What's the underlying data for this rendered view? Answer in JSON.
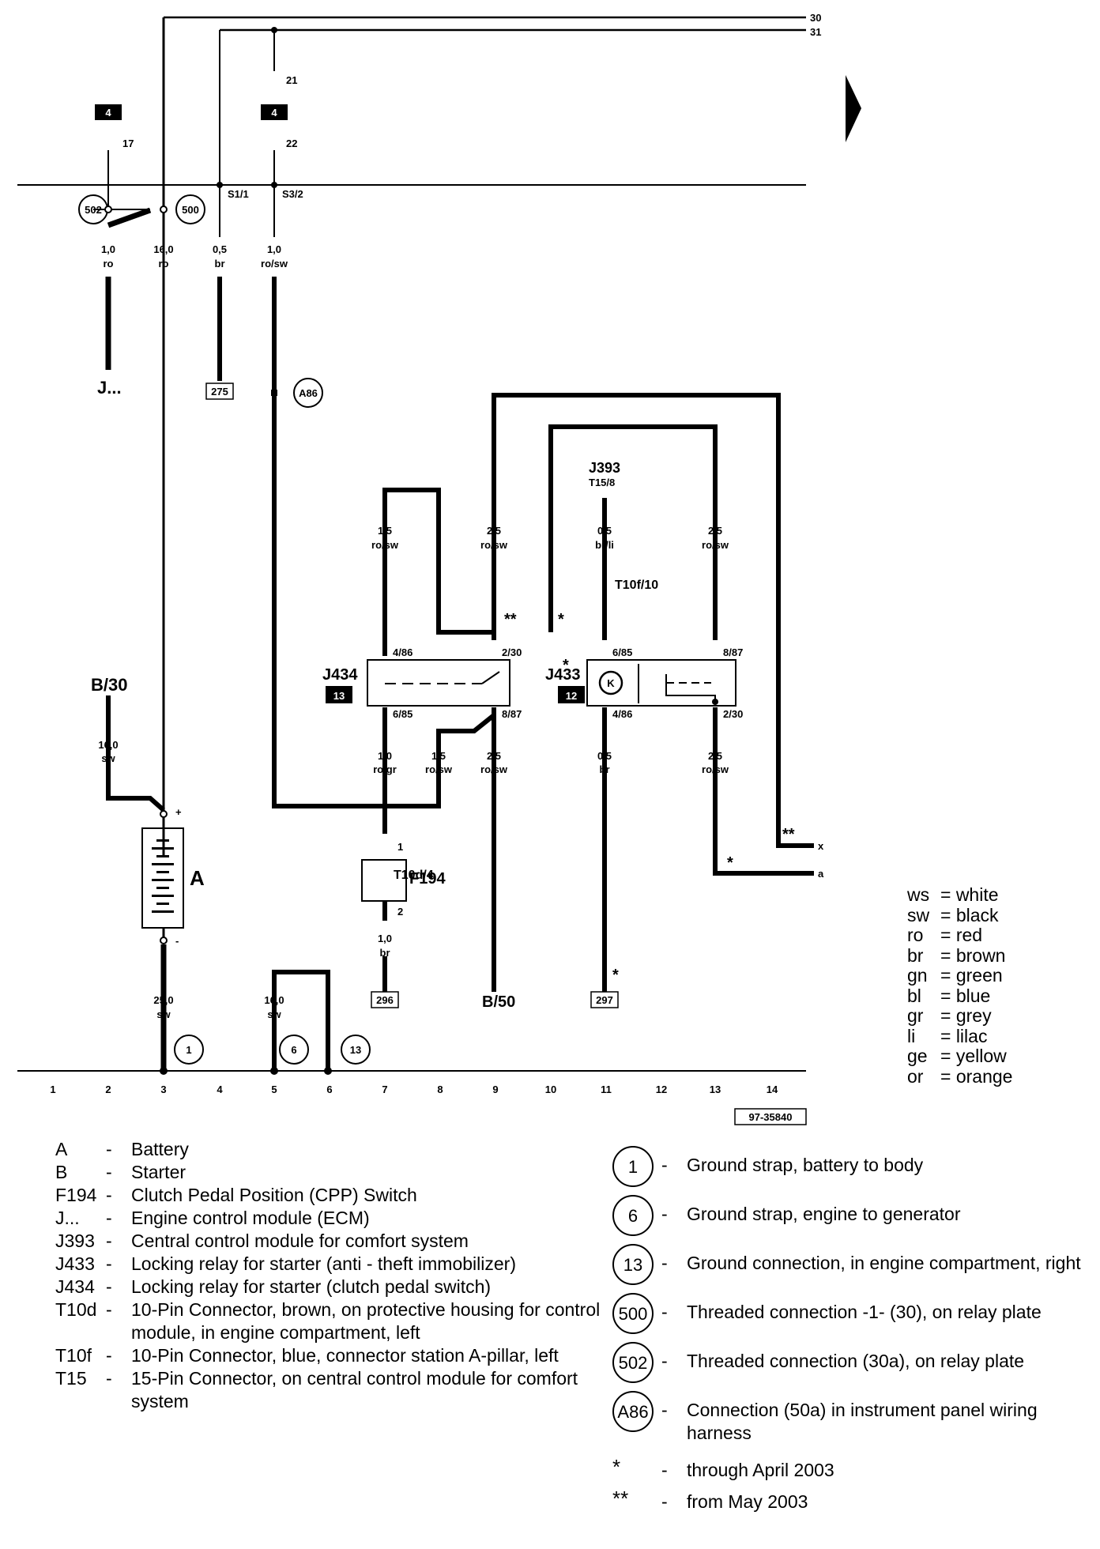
{
  "diagram": {
    "bus_labels": [
      "30",
      "31"
    ],
    "column_numbers": [
      "1",
      "2",
      "3",
      "4",
      "5",
      "6",
      "7",
      "8",
      "9",
      "10",
      "11",
      "12",
      "13",
      "14"
    ],
    "fuse_boxes": [
      "4",
      "4"
    ],
    "top_pins": [
      "17",
      "21",
      "22"
    ],
    "pin_labels": {
      "s1": "S1/1",
      "s3": "S3/2"
    },
    "circle_labels": {
      "c502": "502",
      "c500": "500",
      "a86": "A86",
      "g1": "1",
      "g6": "6",
      "g13": "13"
    },
    "wires": {
      "w1": [
        "1,0",
        "ro"
      ],
      "w2": [
        "16,0",
        "ro"
      ],
      "w3": [
        "0,5",
        "br"
      ],
      "w4": [
        "1,0",
        "ro/sw"
      ],
      "w5": [
        "1,5",
        "ro/sw"
      ],
      "w6": [
        "2,5",
        "ro/sw"
      ],
      "w7": [
        "0,5",
        "br/li"
      ],
      "w8": [
        "2,5",
        "ro/sw"
      ],
      "w9": [
        "16,0",
        "sw"
      ],
      "w10": [
        "1,0",
        "ro/gr"
      ],
      "w11": [
        "1,5",
        "ro/sw"
      ],
      "w12": [
        "2,5",
        "ro/sw"
      ],
      "w13": [
        "0,5",
        "br"
      ],
      "w14": [
        "2,5",
        "ro/sw"
      ],
      "w15": [
        "1,0",
        "br"
      ],
      "w16": [
        "25,0",
        "sw"
      ],
      "w17": [
        "16,0",
        "sw"
      ]
    },
    "refs": {
      "r275": "275",
      "r296": "296",
      "r297": "297"
    },
    "components": {
      "j_ecm": "J...",
      "b30": "B/30",
      "battery": "A",
      "j434": "J434",
      "j434_num": "13",
      "j433": "J433",
      "j433_num": "12",
      "j393": "J393",
      "j393_pin": "T15/8",
      "f194": "F194",
      "b50": "B/50",
      "t10f": "T10f/10",
      "t10d": "T10d/4",
      "k_symbol": "K"
    },
    "relay_pins": {
      "p486a": "4/86",
      "p230a": "2/30",
      "p685a": "6/85",
      "p887a": "8/87",
      "p685b": "6/85",
      "p887b": "8/87",
      "p486b": "4/86",
      "p230b": "2/30",
      "f1": "1",
      "f2": "2"
    },
    "marks": {
      "star": "*",
      "dstar": "**",
      "plus": "+",
      "minus": "-"
    },
    "outputs": {
      "x": "x",
      "a": "a"
    },
    "figure_id": "97-35840"
  },
  "color_legend": [
    [
      "ws",
      "= white"
    ],
    [
      "sw",
      "= black"
    ],
    [
      "ro",
      "= red"
    ],
    [
      "br",
      "= brown"
    ],
    [
      "gn",
      "= green"
    ],
    [
      "bl",
      "= blue"
    ],
    [
      "gr",
      "= grey"
    ],
    [
      "li",
      "= lilac"
    ],
    [
      "ge",
      "= yellow"
    ],
    [
      "or",
      "= orange"
    ]
  ],
  "legend_left": [
    {
      "key": "A",
      "dash": "-",
      "text": "Battery"
    },
    {
      "key": "B",
      "dash": "-",
      "text": "Starter"
    },
    {
      "key": "F194",
      "dash": "-",
      "text": "Clutch Pedal Position (CPP) Switch"
    },
    {
      "key": "J...",
      "dash": "-",
      "text": "Engine control module (ECM)"
    },
    {
      "key": "J393",
      "dash": "-",
      "text": "Central control module for comfort system"
    },
    {
      "key": "J433",
      "dash": "-",
      "text": "Locking relay for starter (anti - theft immobilizer)"
    },
    {
      "key": "J434",
      "dash": "-",
      "text": "Locking relay for starter (clutch pedal switch)"
    },
    {
      "key": "T10d",
      "dash": "-",
      "text": "10-Pin Connector, brown, on protective housing for control module, in engine compartment, left"
    },
    {
      "key": "T10f",
      "dash": "-",
      "text": "10-Pin Connector, blue, connector station A-pillar, left"
    },
    {
      "key": "T15",
      "dash": "-",
      "text": "15-Pin Connector, on central control module for comfort system"
    }
  ],
  "legend_right": [
    {
      "key": "1",
      "dash": "-",
      "text": "Ground strap, battery to body"
    },
    {
      "key": "6",
      "dash": "-",
      "text": "Ground strap, engine to generator"
    },
    {
      "key": "13",
      "dash": "-",
      "text": "Ground connection, in engine compartment, right"
    },
    {
      "key": "500",
      "dash": "-",
      "text": "Threaded connection -1- (30), on relay plate"
    },
    {
      "key": "502",
      "dash": "-",
      "text": "Threaded connection (30a), on relay plate"
    },
    {
      "key": "A86",
      "dash": "-",
      "text": "Connection (50a) in instrument panel wiring harness"
    }
  ],
  "footnotes": [
    {
      "mark": "*",
      "dash": "-",
      "text": "through April 2003"
    },
    {
      "mark": "**",
      "dash": "-",
      "text": "from May 2003"
    }
  ]
}
